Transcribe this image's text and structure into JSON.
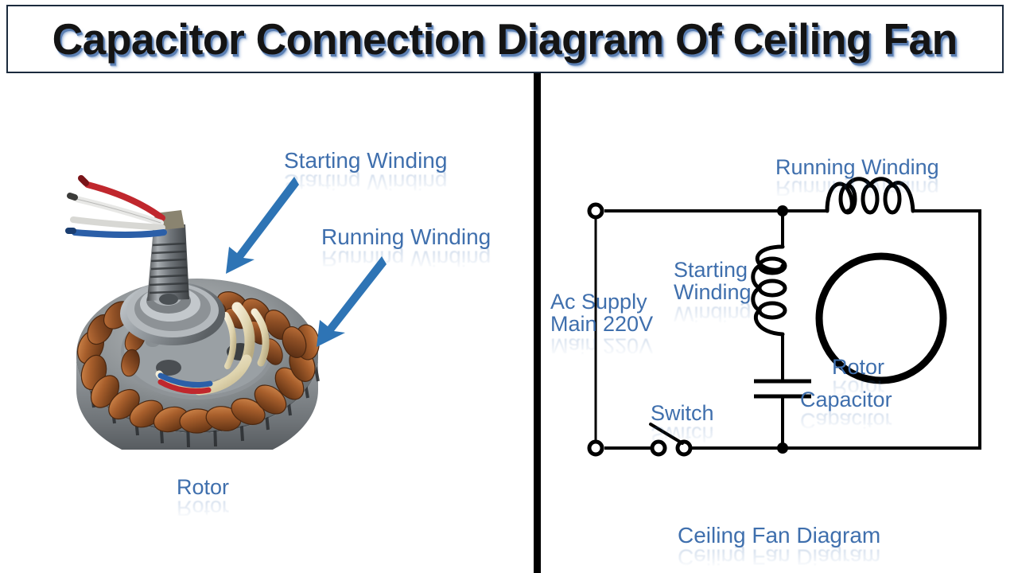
{
  "title": "Capacitor Connection Diagram Of Ceiling Fan",
  "theme": {
    "label_blue": "#3f6fad",
    "arrow_blue": "#2e74b5",
    "wire_black": "#000000",
    "title_text": "#141414",
    "title_shadow": "#5b7fb3",
    "border": "#1b2a3d",
    "background": "#ffffff"
  },
  "left_panel": {
    "name": "ceiling-fan-stator-photo",
    "labels": {
      "starting_winding": "Starting Winding",
      "running_winding": "Running Winding",
      "rotor": "Rotor"
    },
    "arrows": [
      {
        "name": "arrow-to-starting-winding",
        "points_to": "starting winding coils"
      },
      {
        "name": "arrow-to-running-winding",
        "points_to": "running winding coils"
      }
    ],
    "photo_description": "Ceiling fan stator with copper windings, laminated steel core, central shaft and bearing, and red white blue lead wires"
  },
  "right_panel": {
    "name": "ceiling-fan-circuit-diagram",
    "caption": "Ceiling Fan Diagram",
    "labels": {
      "running_winding": "Running Winding",
      "starting_winding_line1": "Starting",
      "starting_winding_line2": "Winding",
      "ac_supply_line1": "Ac Supply",
      "ac_supply_line2": "Main 220V",
      "switch": "Switch",
      "rotor": "Rotor",
      "capacitor": "Capacitor"
    },
    "components": [
      {
        "name": "ac-supply-terminal-top",
        "type": "terminal",
        "symbol": "open-circle"
      },
      {
        "name": "ac-supply-terminal-bottom",
        "type": "terminal",
        "symbol": "open-circle"
      },
      {
        "name": "switch",
        "type": "switch",
        "symbol": "spst-open"
      },
      {
        "name": "starting-winding-inductor",
        "type": "inductor",
        "coils": 3,
        "orientation": "vertical"
      },
      {
        "name": "running-winding-inductor",
        "type": "inductor",
        "coils": 3,
        "orientation": "horizontal"
      },
      {
        "name": "capacitor",
        "type": "capacitor",
        "symbol": "parallel-plates"
      },
      {
        "name": "rotor",
        "type": "rotor",
        "symbol": "circle"
      },
      {
        "name": "junction-top",
        "type": "node",
        "symbol": "filled-dot"
      },
      {
        "name": "junction-bottom",
        "type": "node",
        "symbol": "filled-dot"
      }
    ],
    "supply_voltage": "220V"
  }
}
